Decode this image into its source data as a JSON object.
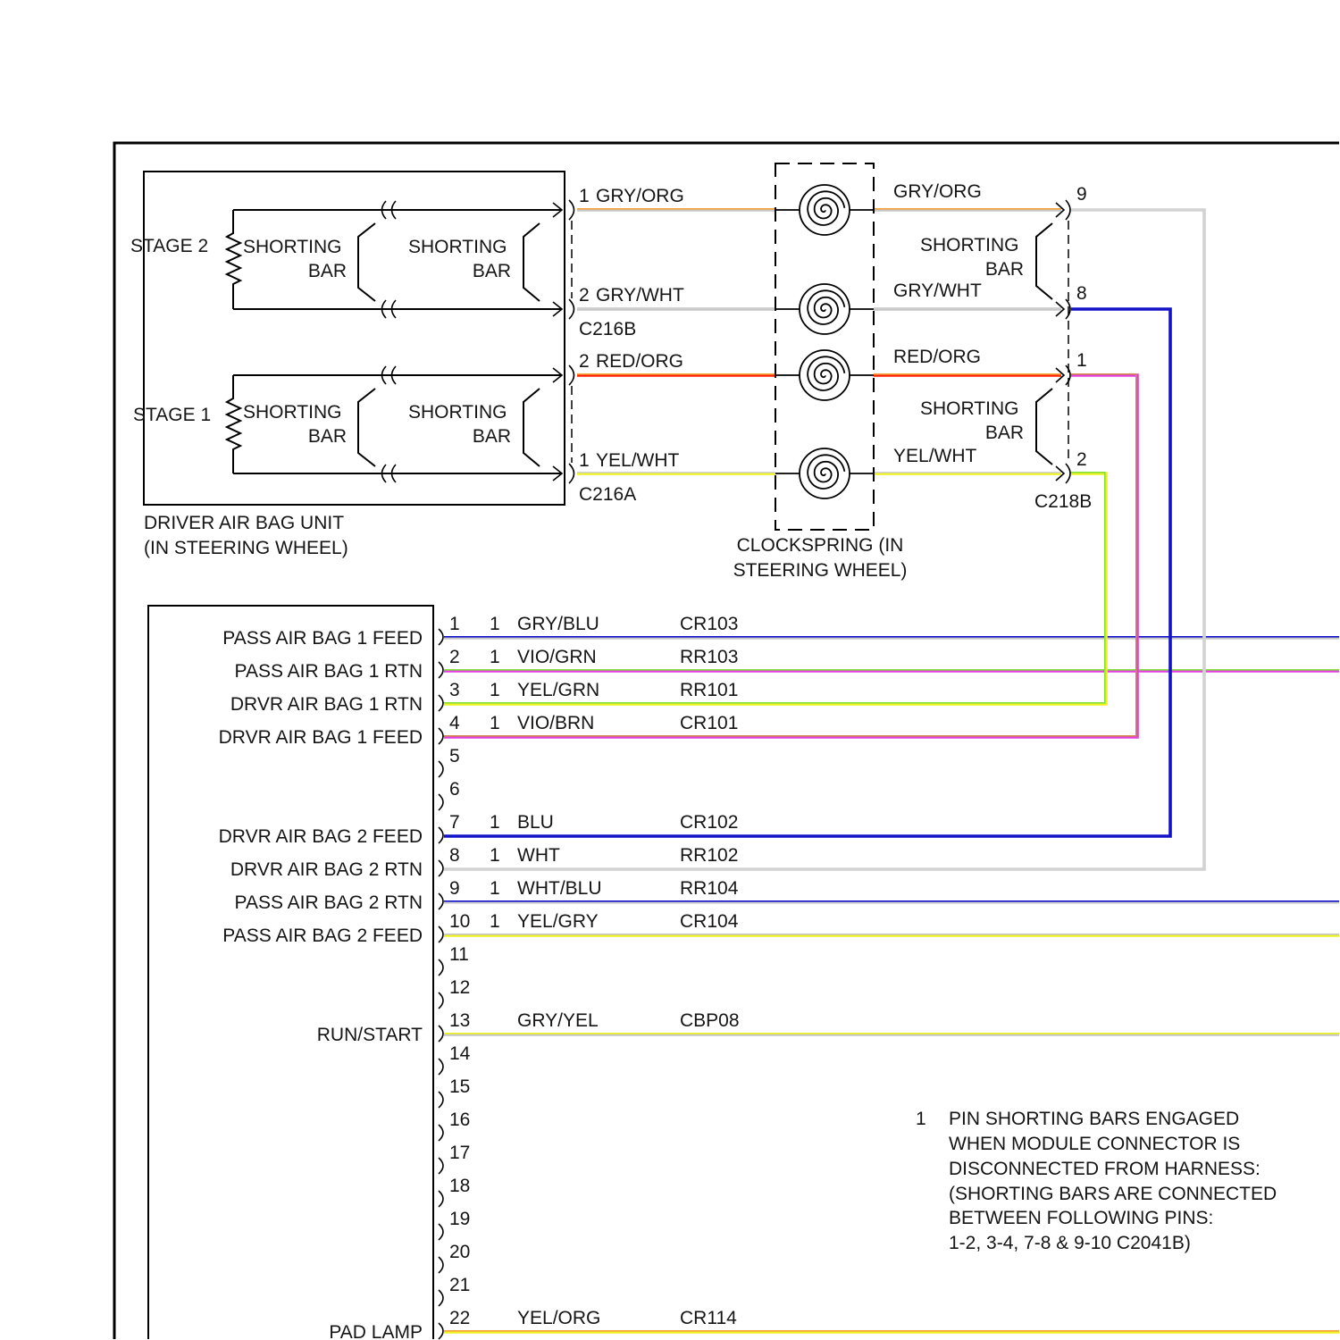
{
  "wire_colors": {
    "GRY": "#c6c6c6",
    "ORG": "#f4a23c",
    "WHT": "#d2d2d2",
    "RED": "#ff1e00",
    "YEL": "#eef21c",
    "BLU": "#1212c8",
    "VIO": "#e23ce2",
    "GRN": "#86e03c",
    "BRN": "#d0884c"
  },
  "driver_air_bag_unit": {
    "title_line1": "DRIVER AIR BAG UNIT",
    "title_line2": "(IN STEERING WHEEL)",
    "stage2": {
      "label": "STAGE 2",
      "shorting_bars": [
        {
          "line1": "SHORTING",
          "line2": "BAR"
        },
        {
          "line1": "SHORTING",
          "line2": "BAR"
        }
      ]
    },
    "stage1": {
      "label": "STAGE 1",
      "shorting_bars": [
        {
          "line1": "SHORTING",
          "line2": "BAR"
        },
        {
          "line1": "SHORTING",
          "line2": "BAR"
        }
      ]
    }
  },
  "connector_c216b": {
    "name": "C216B",
    "pins": [
      {
        "pin": "1",
        "wire": "GRY/ORG"
      },
      {
        "pin": "2",
        "wire": "GRY/WHT"
      }
    ]
  },
  "connector_c216a": {
    "name": "C216A",
    "pins": [
      {
        "pin": "2",
        "wire": "RED/ORG"
      },
      {
        "pin": "1",
        "wire": "YEL/WHT"
      }
    ]
  },
  "clockspring": {
    "label_line1": "CLOCKSPRING (IN",
    "label_line2": "STEERING WHEEL)",
    "output_wires": [
      "GRY/ORG",
      "GRY/WHT",
      "RED/ORG",
      "YEL/WHT"
    ]
  },
  "connector_c218b": {
    "name": "C218B",
    "pins": [
      "9",
      "8",
      "1",
      "2"
    ],
    "shorting_bars": [
      {
        "line1": "SHORTING",
        "line2": "BAR"
      },
      {
        "line1": "SHORTING",
        "line2": "BAR"
      }
    ]
  },
  "module_connector": {
    "pins": [
      {
        "pin": "1",
        "shorting_note": "1",
        "wire": "GRY/BLU",
        "circuit": "CR103",
        "function": "PASS AIR BAG 1 FEED"
      },
      {
        "pin": "2",
        "shorting_note": "1",
        "wire": "VIO/GRN",
        "circuit": "RR103",
        "function": "PASS AIR BAG 1 RTN"
      },
      {
        "pin": "3",
        "shorting_note": "1",
        "wire": "YEL/GRN",
        "circuit": "RR101",
        "function": "DRVR AIR BAG 1 RTN"
      },
      {
        "pin": "4",
        "shorting_note": "1",
        "wire": "VIO/BRN",
        "circuit": "CR101",
        "function": "DRVR AIR BAG 1 FEED"
      },
      {
        "pin": "5"
      },
      {
        "pin": "6"
      },
      {
        "pin": "7",
        "shorting_note": "1",
        "wire": "BLU",
        "circuit": "CR102",
        "function": "DRVR AIR BAG 2 FEED"
      },
      {
        "pin": "8",
        "shorting_note": "1",
        "wire": "WHT",
        "circuit": "RR102",
        "function": "DRVR AIR BAG 2 RTN"
      },
      {
        "pin": "9",
        "shorting_note": "1",
        "wire": "WHT/BLU",
        "circuit": "RR104",
        "function": "PASS AIR BAG 2 RTN"
      },
      {
        "pin": "10",
        "shorting_note": "1",
        "wire": "YEL/GRY",
        "circuit": "CR104",
        "function": "PASS AIR BAG 2 FEED"
      },
      {
        "pin": "11"
      },
      {
        "pin": "12"
      },
      {
        "pin": "13",
        "wire": "GRY/YEL",
        "circuit": "CBP08",
        "function": "RUN/START"
      },
      {
        "pin": "14"
      },
      {
        "pin": "15"
      },
      {
        "pin": "16"
      },
      {
        "pin": "17"
      },
      {
        "pin": "18"
      },
      {
        "pin": "19"
      },
      {
        "pin": "20"
      },
      {
        "pin": "21"
      },
      {
        "pin": "22",
        "wire": "YEL/ORG",
        "circuit": "CR114",
        "function": "PAD LAMP"
      }
    ]
  },
  "note": {
    "marker": "1",
    "lines": [
      "PIN SHORTING BARS ENGAGED",
      "WHEN MODULE CONNECTOR IS",
      "DISCONNECTED FROM HARNESS:",
      "(SHORTING BARS ARE CONNECTED",
      "BETWEEN FOLLOWING PINS:",
      "1-2, 3-4, 7-8 & 9-10 C2041B)"
    ]
  }
}
